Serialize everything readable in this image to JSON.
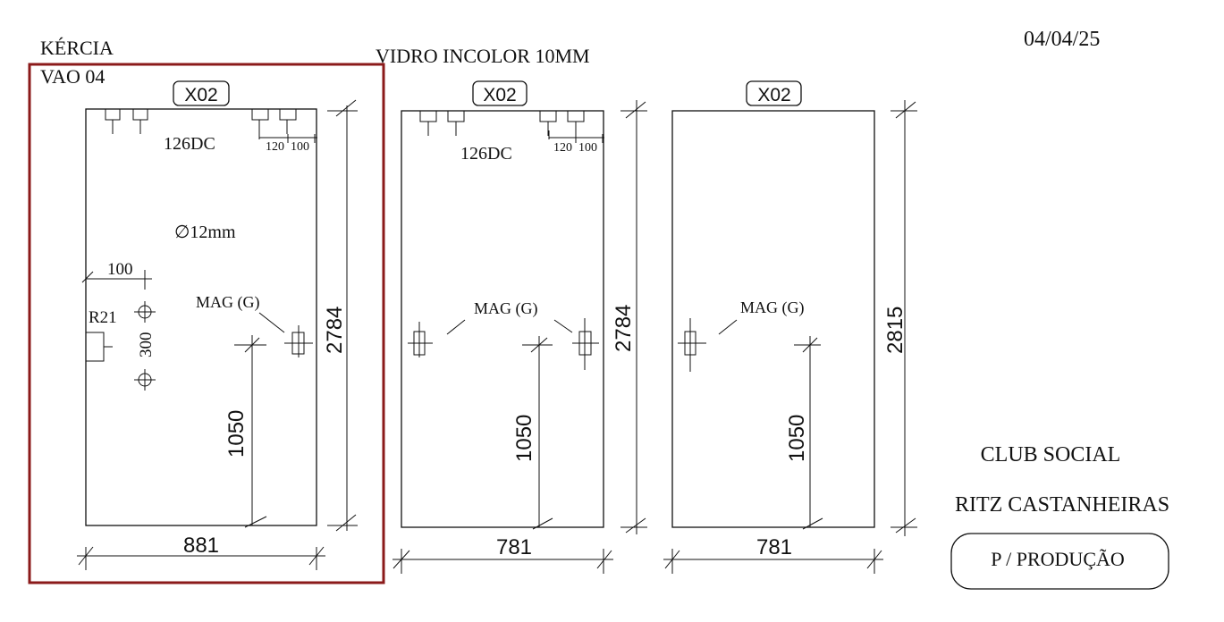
{
  "header": {
    "client": "KÉRCIA",
    "opening": "VAO 04",
    "material": "VIDRO INCOLOR 10MM",
    "date": "04/04/25"
  },
  "panels": [
    {
      "tag": "X02",
      "width": "881",
      "height": "2784",
      "lock_height": "1050",
      "hinge_code": "126DC",
      "hinge_dim_a": "120",
      "hinge_dim_b": "100",
      "hole_diameter": "∅12mm",
      "hole_offset": "100",
      "radius": "R21",
      "hole_spacing": "300",
      "magnet_label": "MAG (G)"
    },
    {
      "tag": "X02",
      "width": "781",
      "height": "2784",
      "lock_height": "1050",
      "hinge_code": "126DC",
      "hinge_dim_a": "120",
      "hinge_dim_b": "100",
      "magnet_label": "MAG (G)"
    },
    {
      "tag": "X02",
      "width": "781",
      "height": "2815",
      "lock_height": "1050",
      "magnet_label": "MAG (G)"
    }
  ],
  "project": {
    "line1": "CLUB SOCIAL",
    "line2": "RITZ CASTANHEIRAS",
    "status": "P / PRODUÇÃO"
  },
  "colors": {
    "highlight_frame": "#8b1a1a",
    "line": "#111111"
  }
}
